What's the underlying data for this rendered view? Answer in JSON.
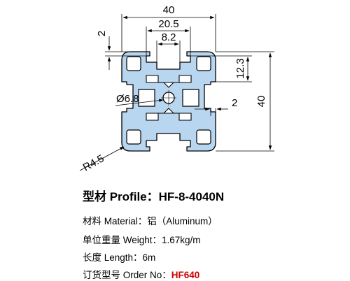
{
  "drawing": {
    "dimensions": {
      "width_overall": "40",
      "slot_outer": "20.5",
      "slot_inner": "8.2",
      "wall_thickness": "2",
      "slot_depth": "12.3",
      "height_overall": "40",
      "core_bore": "Ø6.8",
      "web_thickness": "2",
      "corner_radius": "R4.5"
    }
  },
  "profile": {
    "title": "型材 Profile：HF-8-4040N"
  },
  "specs": {
    "material": "材料 Material：铝（Aluminum）",
    "weight": "单位重量 Weight：1.67kg/m",
    "length": "长度 Length：6m",
    "order_label": "订货型号 Order No：",
    "order_value": "HF640"
  },
  "colors": {
    "profile_fill": "#b8d6ef",
    "profile_stroke": "#000000",
    "order_value": "#cc0000"
  }
}
